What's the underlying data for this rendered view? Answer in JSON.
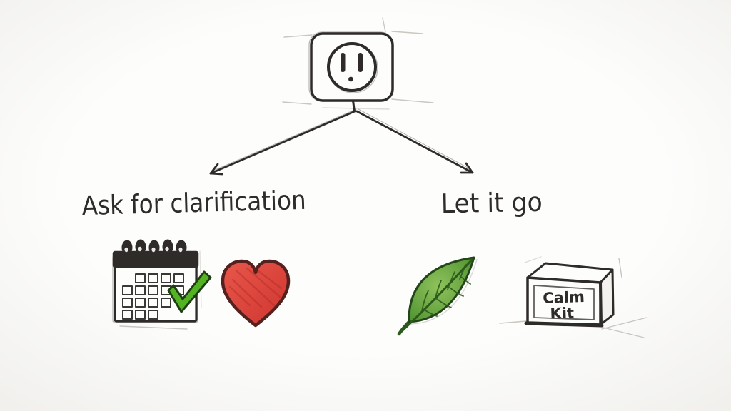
{
  "canvas": {
    "background": "#fdfdfc",
    "vignette": "#f0efec",
    "ink": "#2e2b29",
    "guide": "#b8b4ae",
    "grid_ink": "#3b3935"
  },
  "root": {
    "icon": "power-outlet"
  },
  "branches": {
    "left": {
      "label": "Ask for clarification",
      "icons": [
        "calendar-check",
        "heart"
      ]
    },
    "right": {
      "label": "Let it go",
      "icons": [
        "leaf",
        "calm-kit-box"
      ]
    }
  },
  "box_label": {
    "line1": "Calm",
    "line2": "Kit"
  },
  "colors": {
    "check_green": "#53b322",
    "check_outline": "#1d3f12",
    "heart_red": "#e8574c",
    "heart_red_deep": "#cf352e",
    "heart_outline": "#55211f",
    "heart_hatch": "#b02722",
    "leaf_green": "#4f9230",
    "leaf_green_light": "#8fc25c",
    "leaf_outline": "#23451a",
    "leaf_vein": "#2c5a1b",
    "box_side": "#f3f2ef"
  }
}
